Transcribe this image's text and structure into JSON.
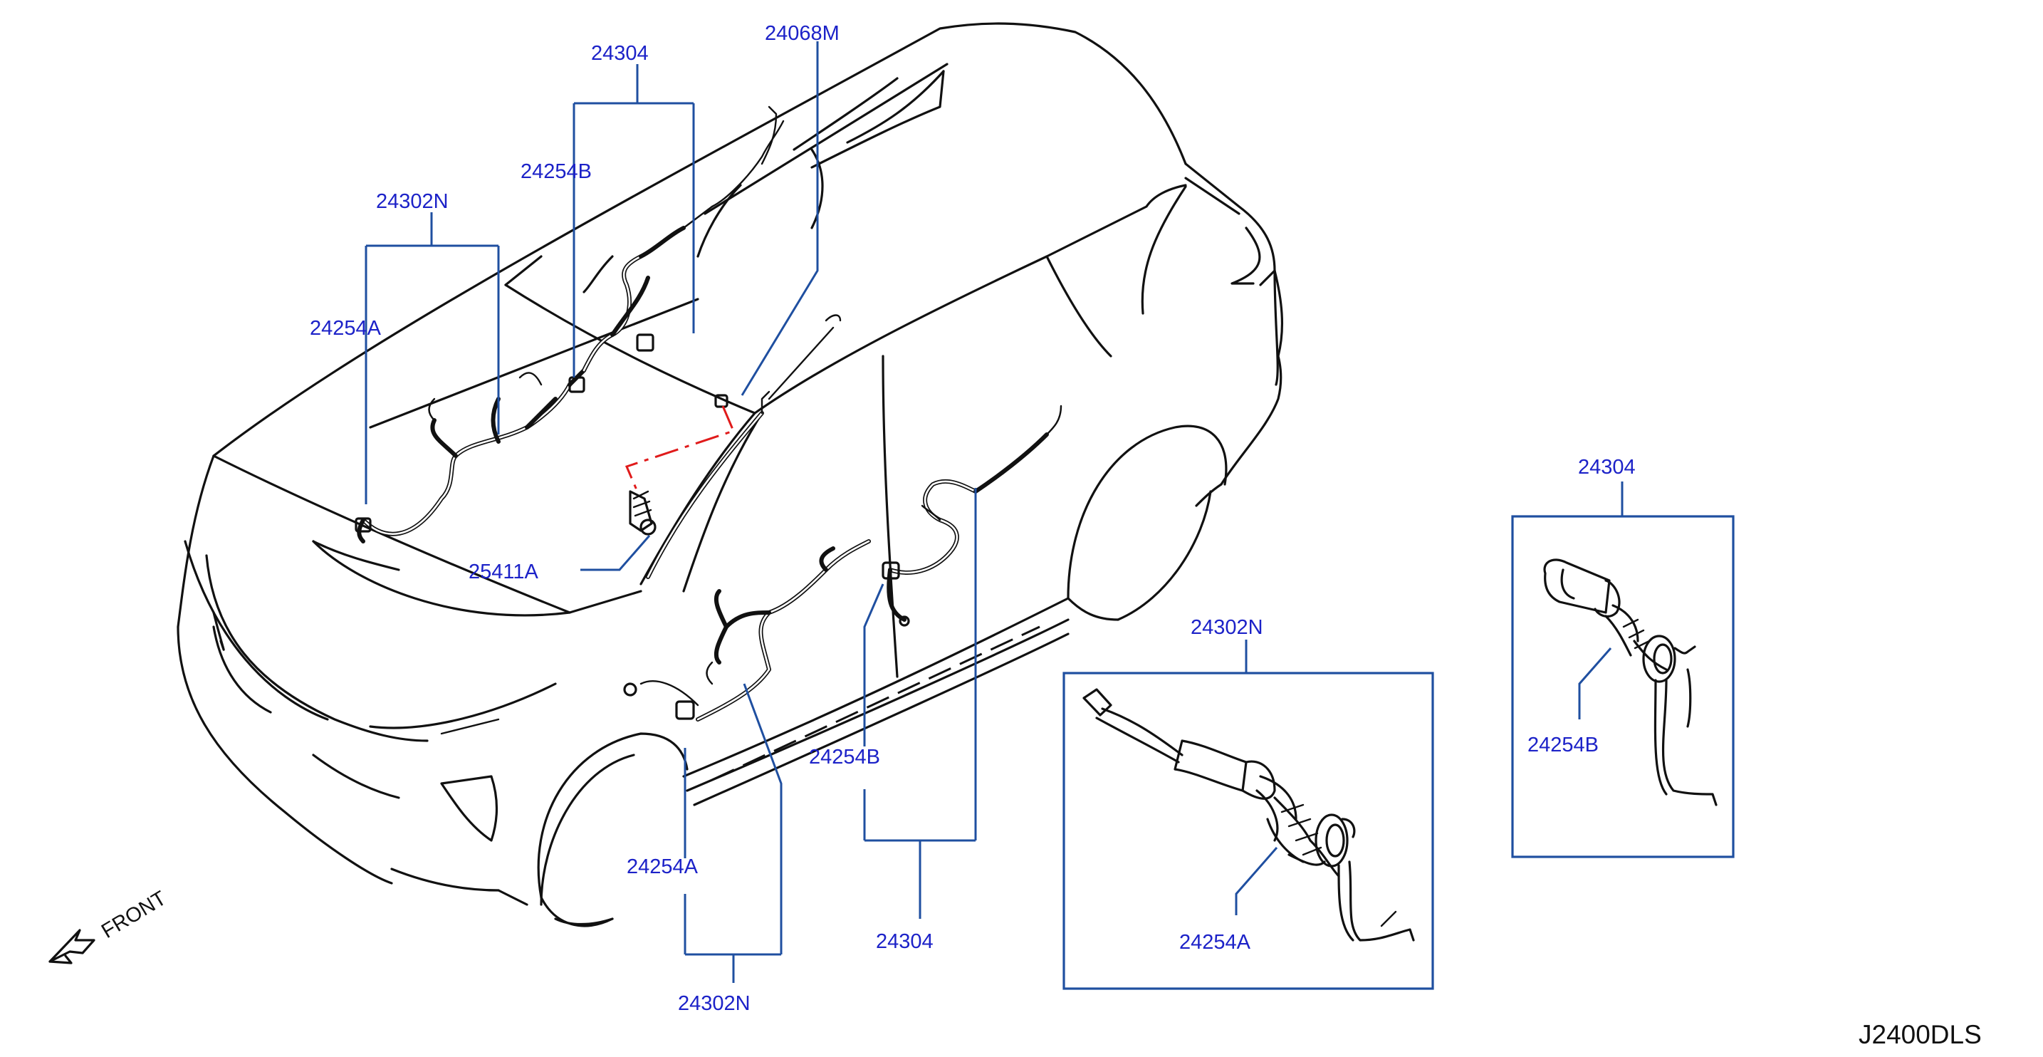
{
  "labels": {
    "l_24068M": "24068M",
    "l_24304_top": "24304",
    "l_24254B_top": "24254B",
    "l_24302N_top": "24302N",
    "l_24254A_top": "24254A",
    "l_25411A": "25411A",
    "l_24254B_mid": "24254B",
    "l_24304_bottom": "24304",
    "l_24254A_bottom": "24254A",
    "l_24302N_bottom": "24302N",
    "l_24302N_inset": "24302N",
    "l_24254A_inset": "24254A",
    "l_24304_inset": "24304",
    "l_24254B_inset": "24254B"
  },
  "front_label": "FRONT",
  "diagram_code": "J2400DLS",
  "colors": {
    "label_text": "#1c22c8",
    "leader_line": "#1f4fa0",
    "drawing": "#111111",
    "highlight": "#e01b1b"
  }
}
